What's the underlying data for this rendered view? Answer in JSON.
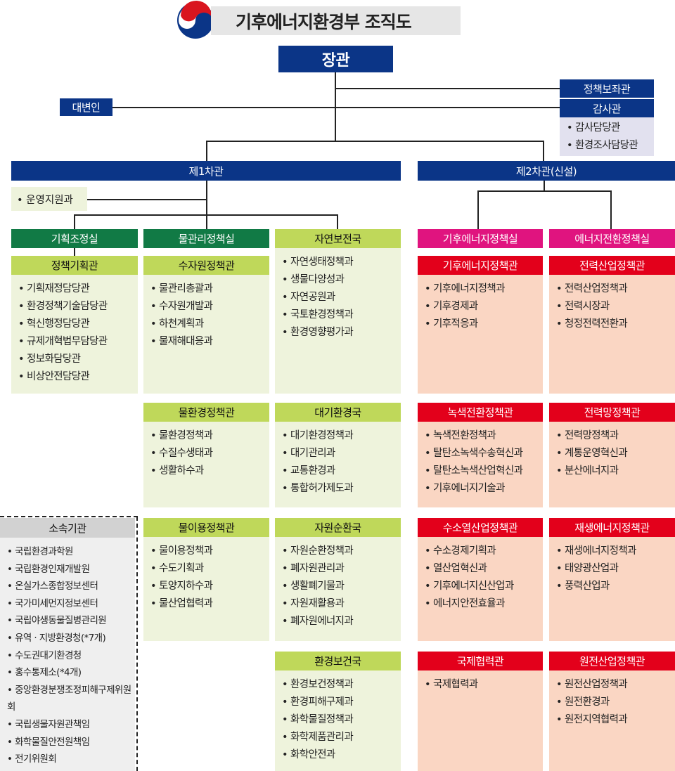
{
  "title": "기후에너지환경부 조직도",
  "minister": "장관",
  "policy_advisor": "정책보좌관",
  "spokesperson": "대변인",
  "auditor": {
    "label": "감사관",
    "items": [
      "감사담당관",
      "환경조사담당관"
    ]
  },
  "vice1": {
    "label": "제1차관",
    "support": "운영지원과"
  },
  "vice2": {
    "label": "제2차관(신설)"
  },
  "offices": {
    "planning": "기획조정실",
    "water": "물관리정책실",
    "nature": "자연보전국",
    "climate": "기후에너지정책실",
    "transition": "에너지전환정책실"
  },
  "units": {
    "policy_plan": {
      "label": "정책기획관",
      "items": [
        "기획재정담당관",
        "환경정책기술담당관",
        "혁신행정담당관",
        "규제개혁법무담당관",
        "정보화담당관",
        "비상안전담당관"
      ]
    },
    "water_res": {
      "label": "수자원정책관",
      "items": [
        "물관리총괄과",
        "수자원개발과",
        "하천계획과",
        "물재해대응과"
      ]
    },
    "nature": {
      "items": [
        "자연생태정책과",
        "생물다양성과",
        "자연공원과",
        "국토환경정책과",
        "환경영향평가과"
      ]
    },
    "climate_pol": {
      "label": "기후에너지정책관",
      "items": [
        "기후에너지정책과",
        "기후경제과",
        "기후적응과"
      ]
    },
    "power_ind": {
      "label": "전력산업정책관",
      "items": [
        "전력산업정책과",
        "전력시장과",
        "청정전력전환과"
      ]
    },
    "water_env": {
      "label": "물환경정책관",
      "items": [
        "물환경정책과",
        "수질수생태과",
        "생활하수과"
      ]
    },
    "air": {
      "label": "대기환경국",
      "items": [
        "대기환경정책과",
        "대기관리과",
        "교통환경과",
        "통합허가제도과"
      ]
    },
    "green": {
      "label": "녹색전환정책관",
      "items": [
        "녹색전환정책과",
        "탈탄소녹색수송혁신과",
        "탈탄소녹색산업혁신과",
        "기후에너지기술과"
      ]
    },
    "grid": {
      "label": "전력망정책관",
      "items": [
        "전력망정책과",
        "계통운영혁신과",
        "분산에너지과"
      ]
    },
    "water_use": {
      "label": "물이용정책관",
      "items": [
        "물이용정책과",
        "수도기획과",
        "토양지하수과",
        "물산업협력과"
      ]
    },
    "resource": {
      "label": "자원순환국",
      "items": [
        "자원순환정책과",
        "폐자원관리과",
        "생활폐기물과",
        "자원재활용과",
        "폐자원에너지과"
      ]
    },
    "hydrogen": {
      "label": "수소열산업정책관",
      "items": [
        "수소경제기획과",
        "열산업혁신과",
        "기후에너지신산업과",
        "에너지안전효율과"
      ]
    },
    "renew": {
      "label": "재생에너지정책관",
      "items": [
        "재생에너지정책과",
        "태양광산업과",
        "풍력산업과"
      ]
    },
    "health": {
      "label": "환경보건국",
      "items": [
        "환경보건정책과",
        "환경피해구제과",
        "화학물질정책과",
        "화학제품관리과",
        "화학안전과"
      ]
    },
    "intl": {
      "label": "국제협력관",
      "items": [
        "국제협력과"
      ]
    },
    "nuclear": {
      "label": "원전산업정책관",
      "items": [
        "원전산업정책과",
        "원전환경과",
        "원전지역협력과"
      ]
    }
  },
  "affiliated": {
    "label": "소속기관",
    "items": [
      "국립환경과학원",
      "국립환경인재개발원",
      "온실가스종합정보센터",
      "국가미세먼지정보센터",
      "국립야생동물질병관리원",
      "유역 · 지방환경청(*7개)",
      "수도권대기환경청",
      "홍수통제소(*4개)",
      "중앙환경분쟁조정피해구제위원회",
      "국립생물자원관책임",
      "화학물질안전원책임",
      "전기위원회"
    ]
  },
  "colors": {
    "navy": "#0b3587",
    "dark_green": "#117a45",
    "light_green": "#bfd85a",
    "magenta": "#e0147f",
    "red": "#e3001b"
  }
}
